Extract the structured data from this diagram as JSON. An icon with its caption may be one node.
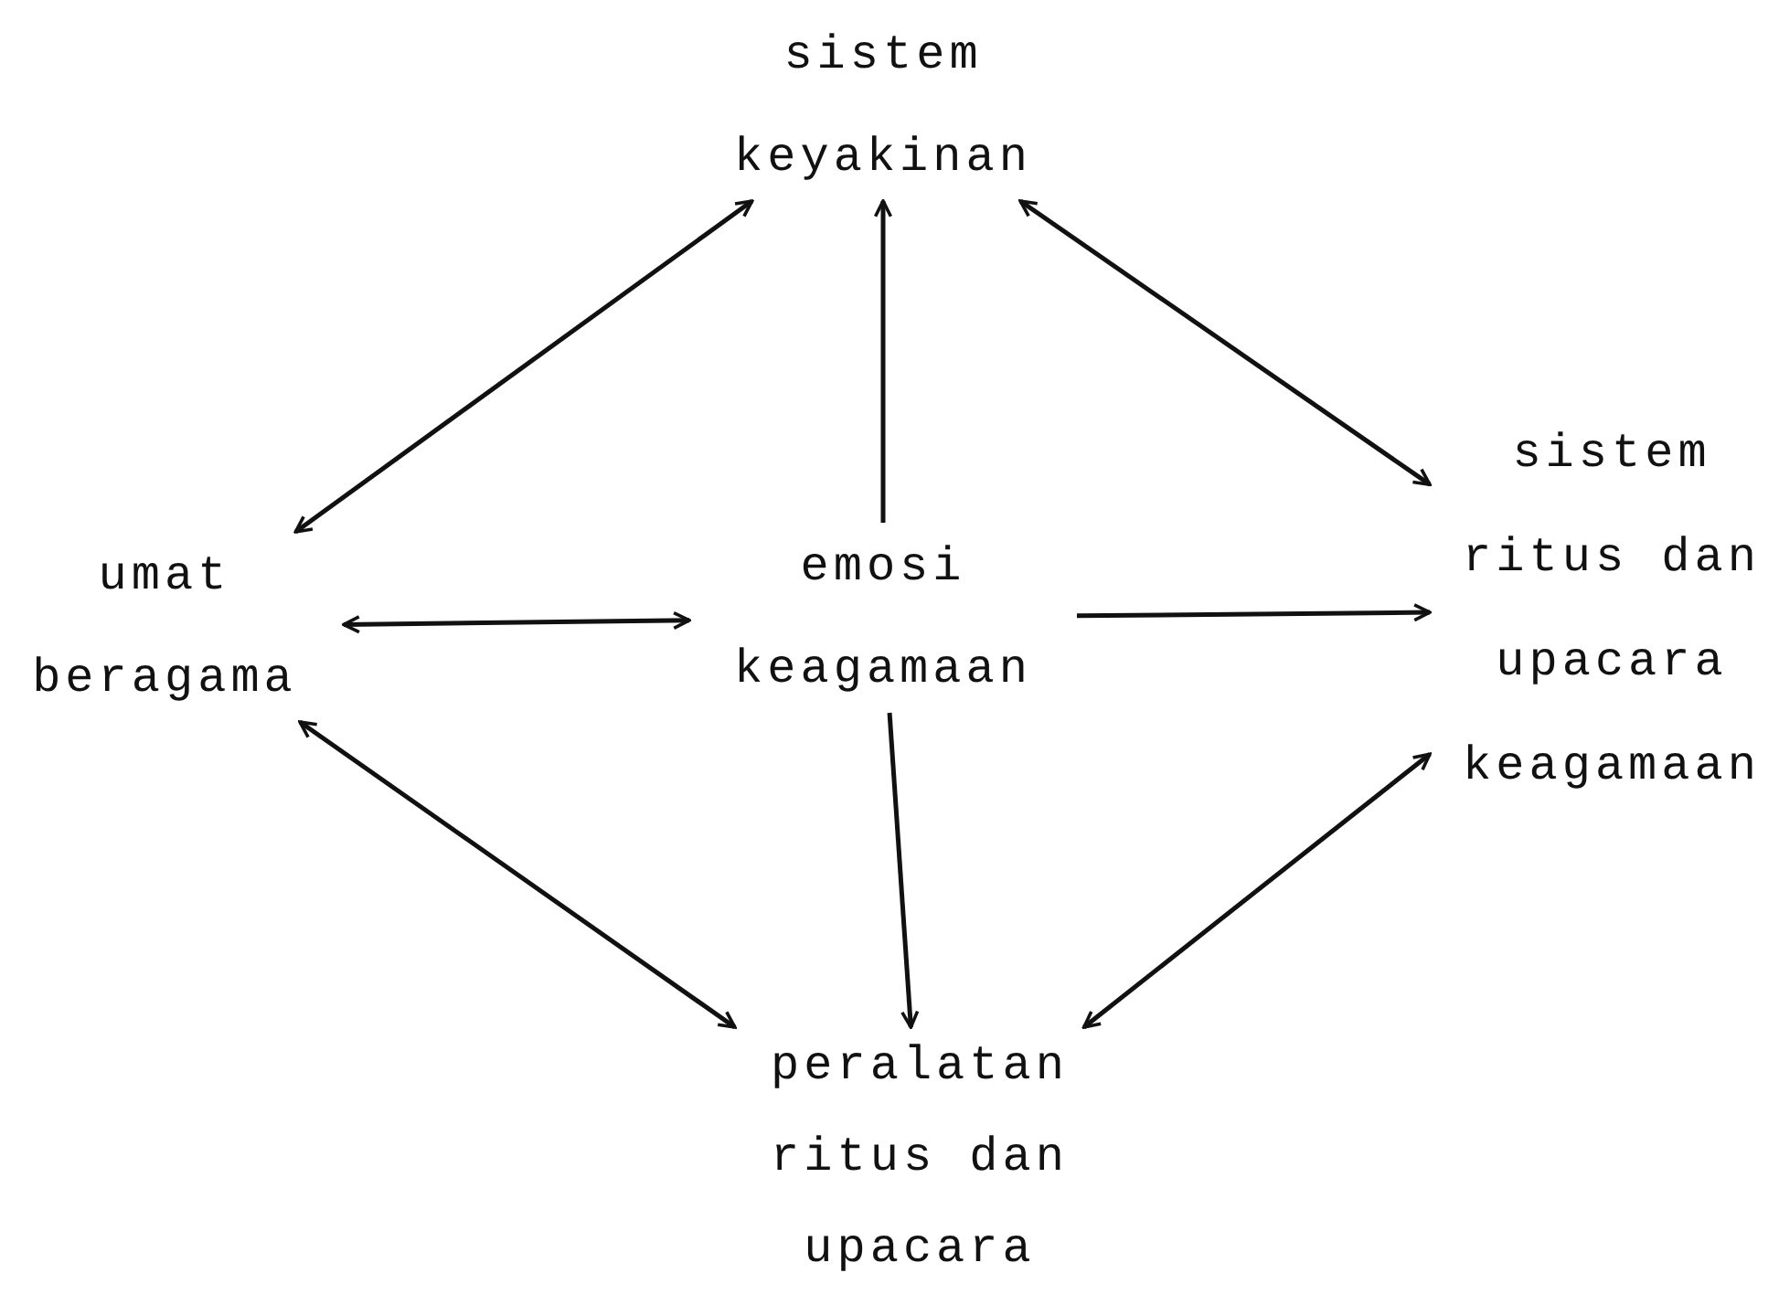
{
  "diagram": {
    "nodes": [
      {
        "text": [
          "sistem keyakinan"
        ]
      },
      {
        "text": [
          "umat beragama"
        ]
      },
      {
        "text": [
          "emosi keagamaan"
        ]
      },
      {
        "text": [
          "sistem ritus dan upacara keagamaan"
        ]
      },
      {
        "text": [
          "peralatan ritus dan upacara"
        ]
      }
    ],
    "edges": [
      {
        "from": 1,
        "to": 0,
        "arrow": "both"
      },
      {
        "from": 0,
        "to": 3,
        "arrow": "both"
      },
      {
        "from": 2,
        "to": 0,
        "arrow": "to"
      },
      {
        "from": 1,
        "to": 2,
        "arrow": "both"
      },
      {
        "from": 2,
        "to": 3,
        "arrow": "to"
      },
      {
        "from": 2,
        "to": 4,
        "arrow": "to"
      },
      {
        "from": 1,
        "to": 4,
        "arrow": "both"
      },
      {
        "from": 4,
        "to": 3,
        "arrow": "both"
      }
    ]
  }
}
